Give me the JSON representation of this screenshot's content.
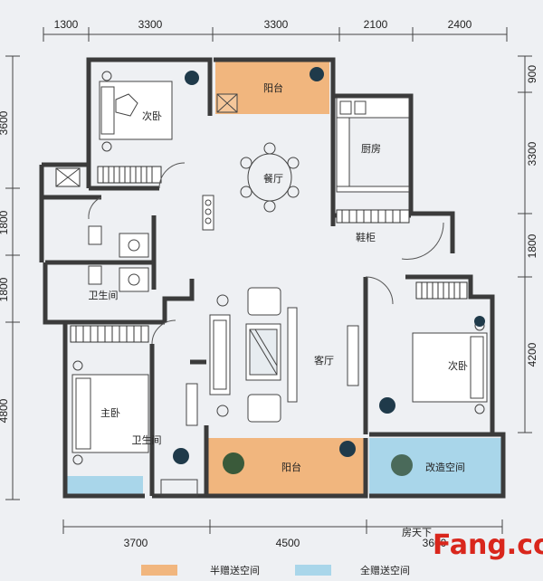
{
  "dimensions": {
    "top": [
      "1300",
      "3300",
      "3300",
      "2100",
      "2400"
    ],
    "bottom": [
      "3700",
      "4500",
      "3600"
    ],
    "left": [
      "3600",
      "1800",
      "1800",
      "4800"
    ],
    "right": [
      "900",
      "3300",
      "1800",
      "4200"
    ]
  },
  "rooms": {
    "bedroom_secondary_1": "次卧",
    "balcony_north": "阳台",
    "kitchen": "厨房",
    "dining": "餐厅",
    "bathroom_1": "卫生间",
    "bathroom_2": "卫生间",
    "shoe_cabinet": "鞋柜",
    "living": "客厅",
    "bedroom_secondary_2": "次卧",
    "master_bedroom": "主卧",
    "balcony_south": "阳台",
    "renovation_space": "改造空间"
  },
  "legend": [
    {
      "label": "半赠送空间",
      "color": "#f1b67e"
    },
    {
      "label": "全赠送空间",
      "color": "#a9d6ea"
    }
  ],
  "watermark": {
    "brand": "Fang.com",
    "subtitle": "房天下"
  },
  "colors": {
    "half_gift": "#f1b67e",
    "full_gift": "#a9d6ea",
    "wall": "#3b3b3b",
    "brand_red": "#d9261c"
  }
}
